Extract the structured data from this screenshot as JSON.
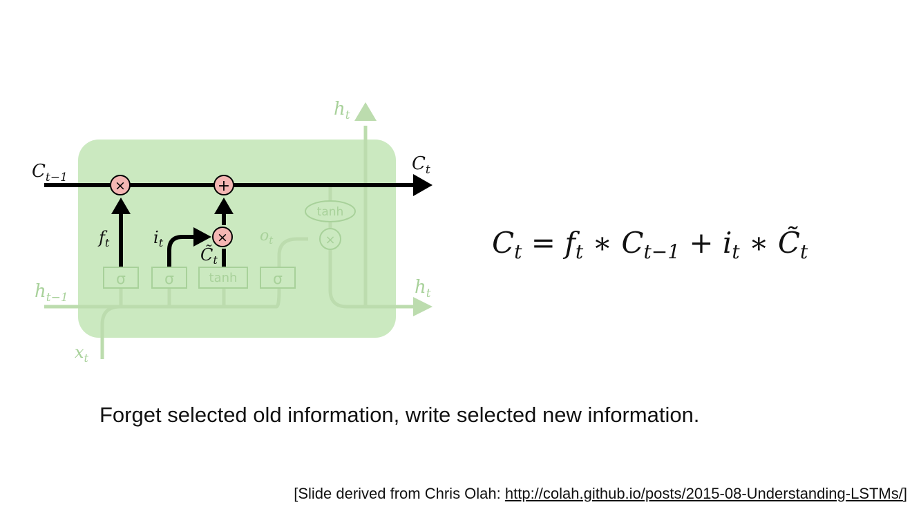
{
  "diagram": {
    "labels": {
      "c_prev": "C",
      "c_prev_sub": "t−1",
      "c_next": "C",
      "c_next_sub": "t",
      "h_prev": "h",
      "h_prev_sub": "t−1",
      "h_top": "h",
      "h_top_sub": "t",
      "h_right": "h",
      "h_right_sub": "t",
      "x_in": "x",
      "x_in_sub": "t",
      "f": "f",
      "f_sub": "t",
      "i": "i",
      "i_sub": "t",
      "o": "o",
      "o_sub": "t",
      "c_tilde": "C̃",
      "c_tilde_sub": "t"
    },
    "gates": {
      "sigma1": "σ",
      "sigma2": "σ",
      "tanh_gate": "tanh",
      "sigma3": "σ",
      "tanh_out": "tanh"
    },
    "ops": {
      "forget_mult": "×",
      "add": "+",
      "input_mult": "×",
      "output_mult": "×"
    },
    "colors": {
      "cell_fill": "#cbe9c0",
      "faded_line": "#bcdcae",
      "faded_text": "#a8d19a",
      "active_line": "#000000",
      "op_fill": "#f4b6b3"
    }
  },
  "equation": {
    "lhs": "C",
    "lhs_sub": "t",
    "eq": " = ",
    "f": "f",
    "f_sub": "t",
    "star1": " ∗ ",
    "c_prev": "C",
    "c_prev_sub": "t−1",
    "plus": " + ",
    "i": "i",
    "i_sub": "t",
    "star2": " ∗ ",
    "c_tilde": "C̃",
    "c_tilde_sub": "t"
  },
  "caption": "Forget selected old information, write selected new information.",
  "credit": {
    "prefix": "[Slide derived from Chris Olah: ",
    "link": "http://colah.github.io/posts/2015-08-Understanding-LSTMs/",
    "suffix": "]"
  }
}
